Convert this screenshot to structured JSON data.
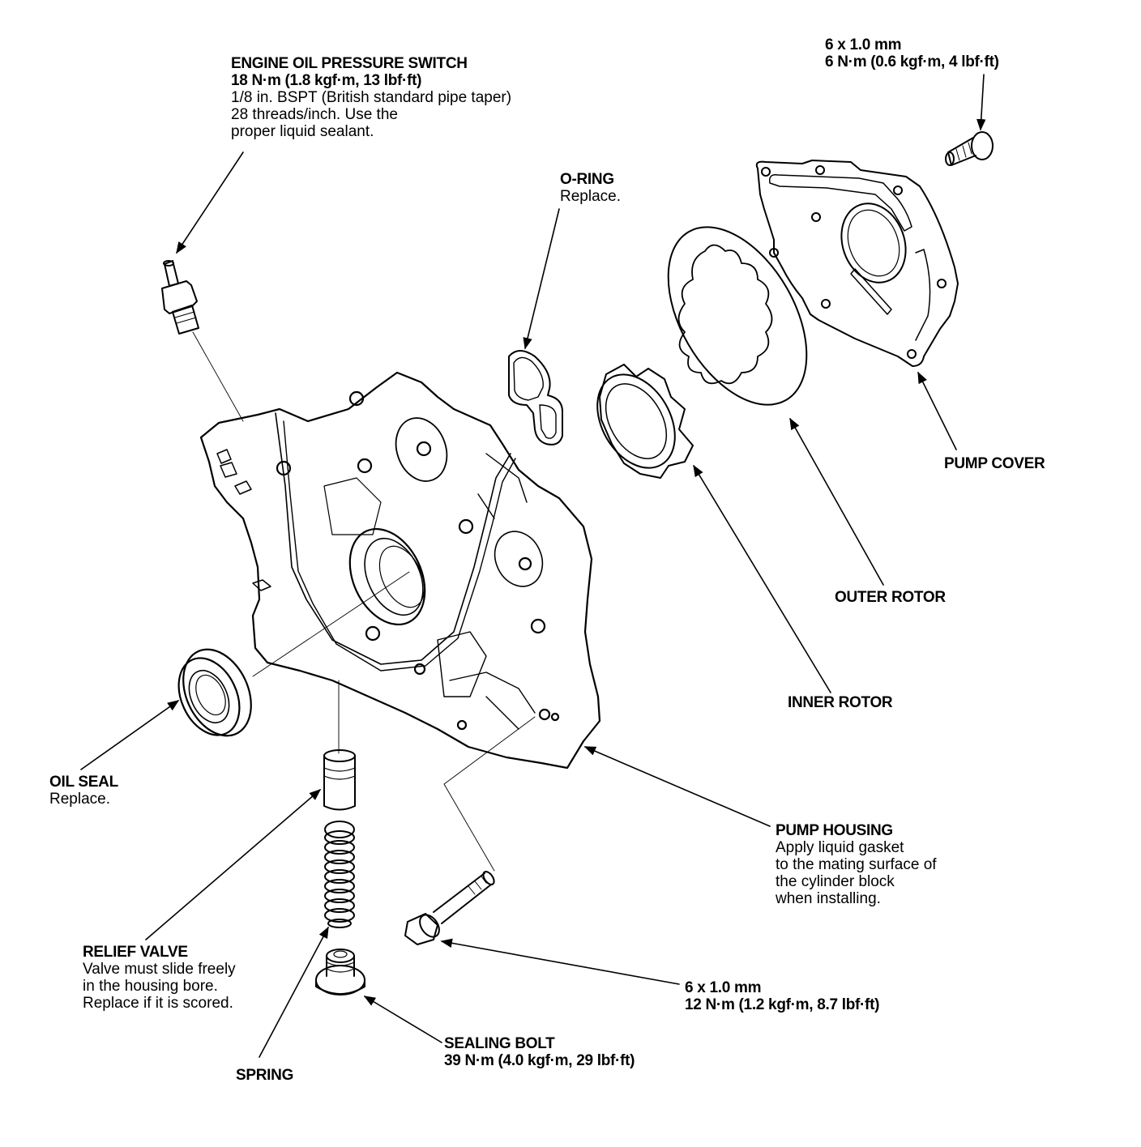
{
  "diagram": {
    "type": "exploded-parts-view",
    "subject": "Oil pump assembly"
  },
  "labels": {
    "pressure_switch": {
      "title": "ENGINE OIL PRESSURE SWITCH",
      "torque": "18 N·m (1.8 kgf·m, 13 lbf·ft)",
      "notes": [
        "1/8 in. BSPT (British standard pipe taper)",
        "28 threads/inch. Use the",
        "proper liquid sealant."
      ]
    },
    "cover_bolt": {
      "size": "6 x 1.0 mm",
      "torque": "6 N·m (0.6 kgf·m, 4 lbf·ft)"
    },
    "o_ring": {
      "title": "O-RING",
      "note": "Replace."
    },
    "pump_cover": {
      "title": "PUMP COVER"
    },
    "outer_rotor": {
      "title": "OUTER ROTOR"
    },
    "inner_rotor": {
      "title": "INNER ROTOR"
    },
    "oil_seal": {
      "title": "OIL SEAL",
      "note": "Replace."
    },
    "pump_housing": {
      "title": "PUMP HOUSING",
      "notes": [
        "Apply liquid gasket",
        "to the mating surface of",
        "the cylinder block",
        "when installing."
      ]
    },
    "relief_valve": {
      "title": "RELIEF VALVE",
      "notes": [
        "Valve must slide freely",
        "in the housing bore.",
        "Replace if it is scored."
      ]
    },
    "housing_bolt": {
      "size": "6 x 1.0 mm",
      "torque": "12 N·m (1.2 kgf·m, 8.7 lbf·ft)"
    },
    "sealing_bolt": {
      "title": "SEALING BOLT",
      "torque": "39 N·m (4.0 kgf·m, 29 lbf·ft)"
    },
    "spring": {
      "title": "SPRING"
    }
  }
}
